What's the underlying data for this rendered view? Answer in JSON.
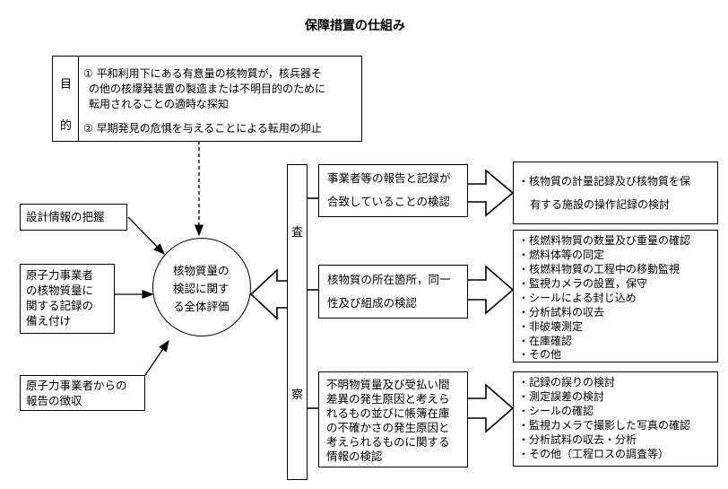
{
  "title": "保障措置の仕組み",
  "purpose": {
    "label_chars": [
      "目",
      "的"
    ],
    "item1_lines": [
      "① 平和利用下にある有意量の核物質が，核兵器そ",
      "の他の核爆発装置の製造または不明目的のために",
      "転用されることの適時な探知"
    ],
    "item2_line": "② 早期発見の危惧を与えることによる転用の抑止"
  },
  "inputs": [
    {
      "lines": [
        "設計情報の把握"
      ]
    },
    {
      "lines": [
        "原子力事業者",
        "の核物質量に",
        "関する記録の",
        "備え付け"
      ]
    },
    {
      "lines": [
        "原子力事業者からの",
        "報告の徴収"
      ]
    }
  ],
  "center_lines": [
    "核物質量の",
    "検認に関す",
    "る全体評価"
  ],
  "inspection_chars": [
    "査",
    "察"
  ],
  "checks": [
    {
      "lines": [
        "事業者等の報告と記録が",
        "合致していることの検認"
      ]
    },
    {
      "lines": [
        "核物質の所在箇所，同一",
        "性及び組成の検認"
      ]
    },
    {
      "lines": [
        "不明物質量及び受払い間",
        "差異の発生原因と考えら",
        "れるもの並びに帳簿在庫",
        "の不確かさの発生原因と",
        "考えられるものに関する",
        "情報の検認"
      ]
    }
  ],
  "details": [
    {
      "lines": [
        "・核物質の計量記録及び核物質を保",
        "有する施設の操作記録の検討"
      ]
    },
    {
      "lines": [
        "・核燃料物質の数量及び重量の確認",
        "・燃料体等の同定",
        "・核燃料物質の工程中の移動監視",
        "・監視カメラの設置，保守",
        "・シールによる封じ込め",
        "・分析試料の収去",
        "・非破壊測定",
        "・在庫確認",
        "・その他"
      ]
    },
    {
      "lines": [
        "・記録の誤りの検討",
        "・測定誤差の検討",
        "・シールの確認",
        "・監視カメラで撮影した写真の確認",
        "・分析試料の収去・分析",
        "・その他（工程ロスの調査等）"
      ]
    }
  ]
}
